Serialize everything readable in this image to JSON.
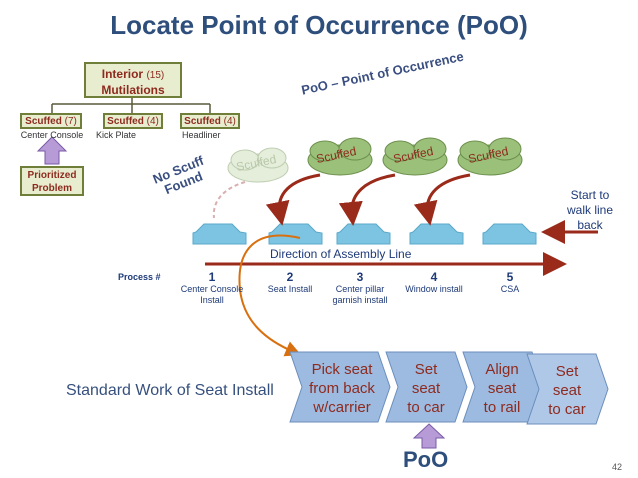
{
  "title": "Locate Point of Occurrence (PoO)",
  "tree": {
    "root": {
      "label_line1": "Interior",
      "label_line2": "Mutilations",
      "count": "(15)"
    },
    "children": [
      {
        "label": "Scuffed",
        "count": "(7)",
        "sub": "Center Console"
      },
      {
        "label": "Scuffed",
        "count": "(4)",
        "sub": "Kick Plate"
      },
      {
        "label": "Scuffed",
        "count": "(4)",
        "sub": "Headliner"
      }
    ],
    "prioritized_line1": "Prioritized",
    "prioritized_line2": "Problem"
  },
  "annotations": {
    "poo_label": "PoO – Point of Occurrence",
    "no_scuff_line1": "No Scuff",
    "no_scuff_line2": "Found",
    "start_walk_line1": "Start to",
    "start_walk_line2": "walk line",
    "start_walk_line3": "back"
  },
  "clouds": [
    "Scuffed",
    "Scuffed",
    "Scuffed",
    "Scuffed"
  ],
  "assembly": {
    "direction_label": "Direction of Assembly Line",
    "process_header": "Process #",
    "processes": [
      {
        "num": "1",
        "line1": "Center Console",
        "line2": "Install"
      },
      {
        "num": "2",
        "line1": "Seat Install",
        "line2": ""
      },
      {
        "num": "3",
        "line1": "Center pillar",
        "line2": "garnish install"
      },
      {
        "num": "4",
        "line1": "Window install",
        "line2": ""
      },
      {
        "num": "5",
        "line1": "CSA",
        "line2": ""
      }
    ]
  },
  "standard_work": {
    "label": "Standard Work of Seat Install",
    "steps": [
      {
        "line1": "Pick seat",
        "line2": "from back",
        "line3": "w/carrier"
      },
      {
        "line1": "Set",
        "line2": "seat",
        "line3": "to car"
      },
      {
        "line1": "Align",
        "line2": "seat",
        "line3": "to rail"
      },
      {
        "line1": "Set",
        "line2": "seat",
        "line3": "to car"
      }
    ],
    "poo": "PoO"
  },
  "page_number": "42",
  "colors": {
    "title": "#2e4e7c",
    "box_fill": "#e8edcf",
    "box_text": "#8e2a1e",
    "car": "#7dc4e3",
    "cloud": "#9bc07a",
    "arrow": "#9a2a1a",
    "chevron": "#9dbbe0",
    "up_arrow": "#b79bd6"
  }
}
